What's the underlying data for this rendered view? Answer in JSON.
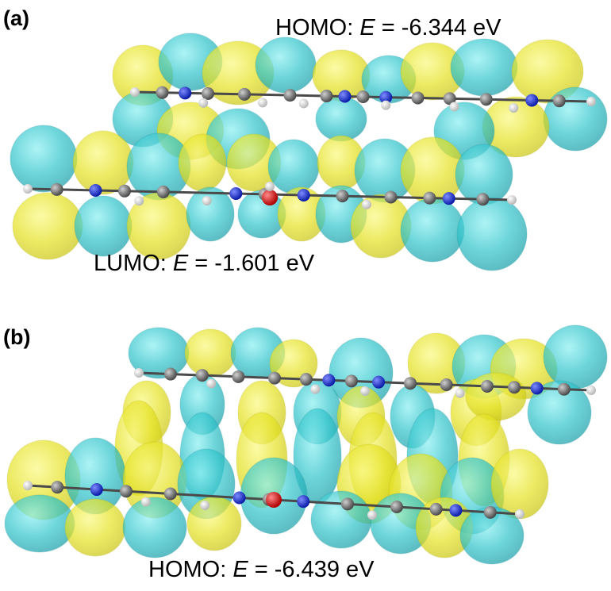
{
  "panels": [
    {
      "label": "(a)",
      "annotations": [
        {
          "prefix": "HOMO: ",
          "symbol": "E",
          "value": " = -6.344 eV"
        },
        {
          "prefix": "LUMO: ",
          "symbol": "E",
          "value": " = -1.601 eV"
        }
      ]
    },
    {
      "label": "(b)",
      "annotations": [
        {
          "prefix": "HOMO: ",
          "symbol": "E",
          "value": " = -6.439 eV"
        }
      ]
    }
  ],
  "colors": {
    "lobe_positive": "#e8e62a",
    "lobe_negative": "#2ec4cc",
    "carbon": "#6b6b6b",
    "nitrogen": "#1a2fd6",
    "oxygen": "#e01010",
    "hydrogen": "#f2f2f2",
    "bond": "#555555"
  }
}
